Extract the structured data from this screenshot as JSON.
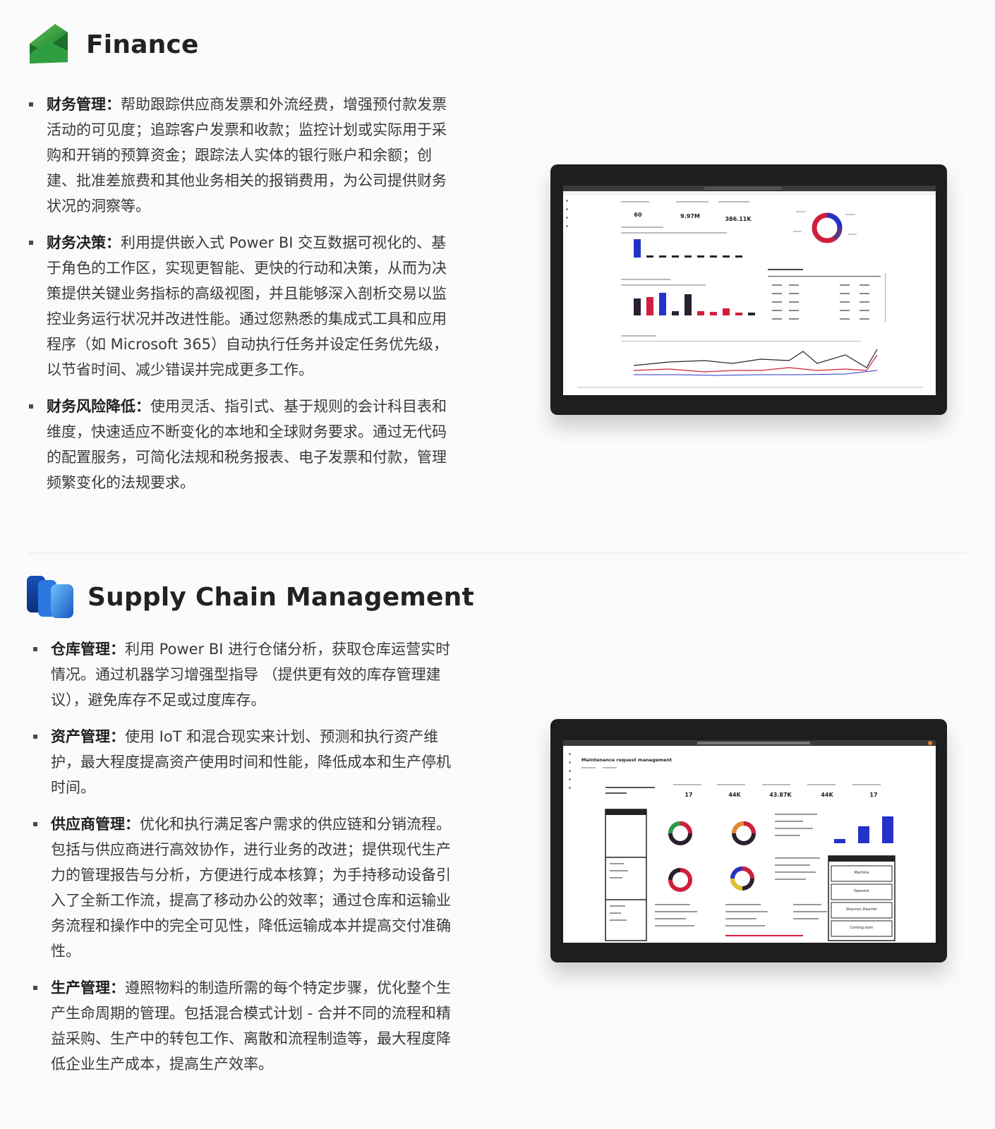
{
  "finance": {
    "title": "Finance",
    "bullets": [
      {
        "term": "财务管理：",
        "desc": "帮助跟踪供应商发票和外流经费，增强预付款发票活动的可见度；追踪客户发票和收款；监控计划或实际用于采购和开销的预算资金；跟踪法人实体的银行账户和余额；创建、批准差旅费和其他业务相关的报销费用，为公司提供财务状况的洞察等。"
      },
      {
        "term": "财务决策：",
        "desc": "利用提供嵌入式 Power BI 交互数据可视化的、基于角色的工作区，实现更智能、更快的行动和决策，从而为决策提供关键业务指标的高级视图，并且能够深入剖析交易以监控业务运行状况并改进性能。通过您熟悉的集成式工具和应用程序（如 Microsoft 365）自动执行任务并设定任务优先级，以节省时间、减少错误并完成更多工作。"
      },
      {
        "term": "财务风险降低：",
        "desc": "使用灵活、指引式、基于规则的会计科目表和维度，快速适应不断变化的本地和全球财务要求。通过无代码的配置服务，可简化法规和税务报表、电子发票和付款，管理频繁变化的法规要求。"
      }
    ],
    "screen_kpis": [
      "60",
      "9.97M",
      "386.11K"
    ]
  },
  "scm": {
    "title": "Supply Chain Management",
    "bullets": [
      {
        "term": "仓库管理：",
        "desc": "利用 Power BI 进行仓储分析，获取仓库运营实时情况。通过机器学习增强型指导 （提供更有效的库存管理建议），避免库存不足或过度库存。"
      },
      {
        "term": "资产管理：",
        "desc": "使用 IoT 和混合现实来计划、预测和执行资产维护，最大程度提高资产使用时间和性能，降低成本和生产停机时间。"
      },
      {
        "term": "供应商管理：",
        "desc": "优化和执行满足客户需求的供应链和分销流程。包括与供应商进行高效协作，进行业务的改进；提供现代生产力的管理报告与分析，方便进行成本核算；为手持移动设备引入了全新工作流，提高了移动办公的效率；通过仓库和运输业务流程和操作中的完全可见性，降低运输成本并提高交付准确性。"
      },
      {
        "term": "生产管理：",
        "desc": "遵照物料的制造所需的每个特定步骤，优化整个生产生命周期的管理。包括混合模式计划 - 合并不同的流程和精益采购、生产中的转包工作、离散和流程制造等，最大程度降低企业生产成本，提高生产效率。"
      }
    ],
    "screen_title": "Maintenance request management",
    "screen_kpis": [
      "17",
      "44K",
      "43.87K",
      "44K",
      "17"
    ],
    "screen_list": [
      "Machine",
      "Operator",
      "Shannon Dascher",
      "Coming soon"
    ]
  },
  "colors": {
    "finance_green": "#2e9a3a",
    "scm_blue": "#1e6fd9",
    "chart_blue": "#2432c9",
    "chart_red": "#d01f3c",
    "chart_dark": "#2a2030"
  }
}
